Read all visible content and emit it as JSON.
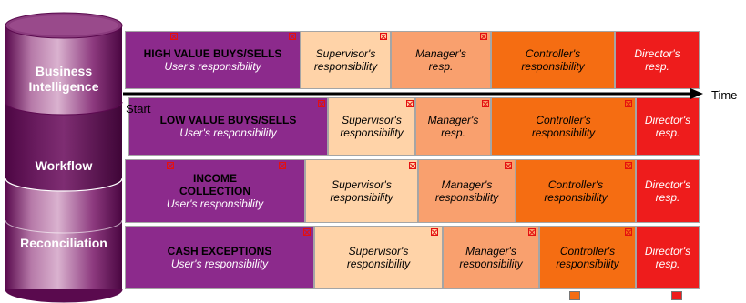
{
  "cylinder": {
    "bands": [
      {
        "label_lines": [
          "Business",
          "Intelligence"
        ]
      },
      {
        "label_lines": [
          "Workflow"
        ]
      },
      {
        "label_lines": [
          "Reconciliation"
        ]
      }
    ]
  },
  "timeline": {
    "start_label": "Start",
    "time_label": "Time"
  },
  "rows": [
    {
      "cells": [
        {
          "role": "user",
          "title": "HIGH VALUE BUYS/SELLS",
          "lines": [
            "User's responsibility"
          ]
        },
        {
          "role": "sup",
          "lines": [
            "Supervisor's",
            "responsibility"
          ]
        },
        {
          "role": "mgr",
          "lines": [
            "Manager's",
            "resp."
          ]
        },
        {
          "role": "ctl",
          "lines": [
            "Controller's",
            "responsibility"
          ]
        },
        {
          "role": "dir",
          "lines": [
            "Director's",
            "resp."
          ]
        }
      ]
    },
    {
      "cells": [
        {
          "role": "user",
          "title": "LOW VALUE BUYS/SELLS",
          "lines": [
            "User's responsibility"
          ]
        },
        {
          "role": "sup",
          "lines": [
            "Supervisor's",
            "responsibility"
          ]
        },
        {
          "role": "mgr",
          "lines": [
            "Manager's",
            "resp."
          ]
        },
        {
          "role": "ctl",
          "lines": [
            "Controller's",
            "responsibility"
          ]
        },
        {
          "role": "dir",
          "lines": [
            "Director's",
            "resp."
          ]
        }
      ]
    },
    {
      "cells": [
        {
          "role": "user",
          "title": "INCOME COLLECTION",
          "lines": [
            "User's responsibility"
          ]
        },
        {
          "role": "sup",
          "lines": [
            "Supervisor's",
            "responsibility"
          ]
        },
        {
          "role": "mgr",
          "lines": [
            "Manager's",
            "responsibility"
          ]
        },
        {
          "role": "ctl",
          "lines": [
            "Controller's",
            "responsibility"
          ]
        },
        {
          "role": "dir",
          "lines": [
            "Director's",
            "resp."
          ]
        }
      ]
    },
    {
      "cells": [
        {
          "role": "user",
          "title": "CASH EXCEPTIONS",
          "lines": [
            "User's responsibility"
          ]
        },
        {
          "role": "sup",
          "lines": [
            "Supervisor's",
            "responsibility"
          ]
        },
        {
          "role": "mgr",
          "lines": [
            "Manager's",
            "responsibility"
          ]
        },
        {
          "role": "ctl",
          "lines": [
            "Controller's",
            "responsibility"
          ]
        },
        {
          "role": "dir",
          "lines": [
            "Director's",
            "resp."
          ]
        }
      ]
    }
  ],
  "legend": [
    {
      "color": "#f56d12"
    },
    {
      "color": "#ee1c1c"
    }
  ]
}
